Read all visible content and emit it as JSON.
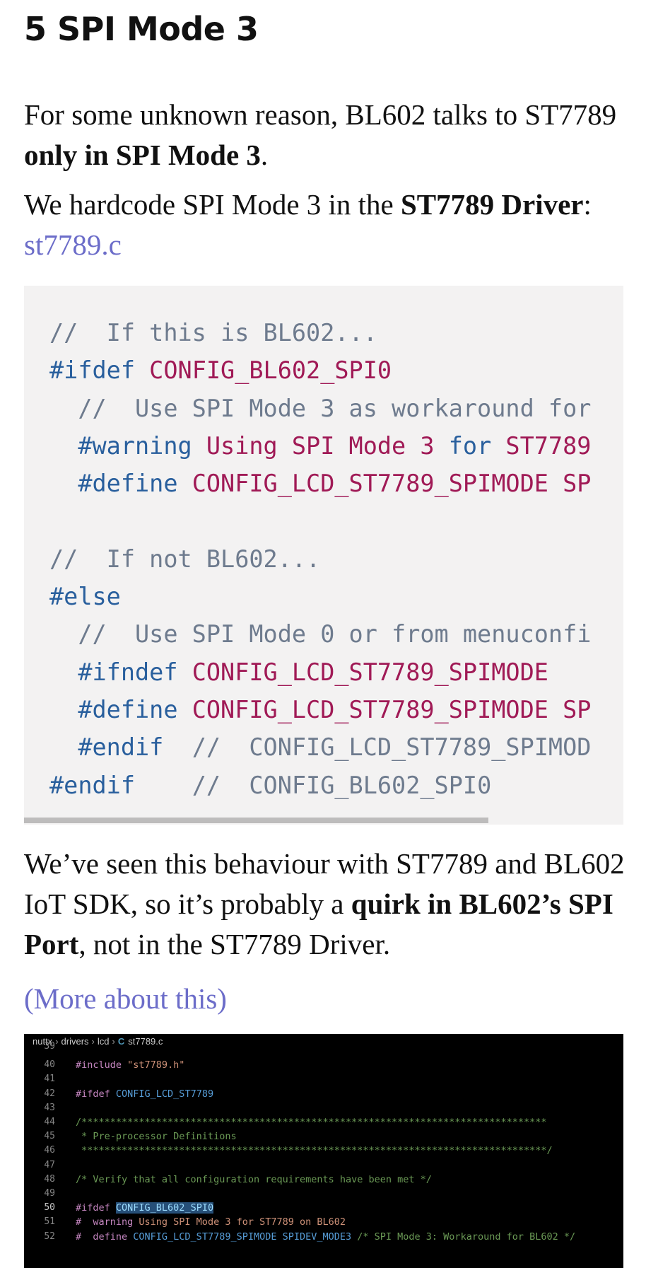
{
  "heading": "5 SPI Mode 3",
  "para1": {
    "text1": "For some unknown reason, BL602 talks to ST7789 ",
    "bold": "only in SPI Mode 3",
    "text2": "."
  },
  "para2": {
    "text1": "We hardcode SPI Mode 3 in the ",
    "bold": "ST7789 Driver",
    "text2": ": ",
    "link": "st7789.c"
  },
  "code": {
    "lines": [
      [
        {
          "c": "c-cm",
          "t": "//  If this is BL602..."
        }
      ],
      [
        {
          "c": "c-pp",
          "t": "#ifdef"
        },
        {
          "c": "c-id",
          "t": " CONFIG_BL602_SPI0"
        }
      ],
      [
        {
          "c": "c-cm",
          "t": "  //  Use SPI Mode 3 as workaround for"
        }
      ],
      [
        {
          "c": "c-pp",
          "t": "  #warning"
        },
        {
          "c": "c-txt",
          "t": " Using SPI Mode 3 "
        },
        {
          "c": "c-pp",
          "t": "for"
        },
        {
          "c": "c-txt",
          "t": " ST7789"
        }
      ],
      [
        {
          "c": "c-pp",
          "t": "  #define"
        },
        {
          "c": "c-id",
          "t": " CONFIG_LCD_ST7789_SPIMODE SP"
        }
      ],
      [
        {
          "c": "c-cm",
          "t": ""
        }
      ],
      [
        {
          "c": "c-cm",
          "t": "//  If not BL602..."
        }
      ],
      [
        {
          "c": "c-pp",
          "t": "#else"
        }
      ],
      [
        {
          "c": "c-cm",
          "t": "  //  Use SPI Mode 0 or from menuconfi"
        }
      ],
      [
        {
          "c": "c-pp",
          "t": "  #ifndef"
        },
        {
          "c": "c-id",
          "t": " CONFIG_LCD_ST7789_SPIMODE"
        }
      ],
      [
        {
          "c": "c-pp",
          "t": "  #define"
        },
        {
          "c": "c-id",
          "t": " CONFIG_LCD_ST7789_SPIMODE SP"
        }
      ],
      [
        {
          "c": "c-pp",
          "t": "  #endif"
        },
        {
          "c": "c-cm",
          "t": "  //  CONFIG_LCD_ST7789_SPIMOD"
        }
      ],
      [
        {
          "c": "c-pp",
          "t": "#endif"
        },
        {
          "c": "c-cm",
          "t": "    //  CONFIG_BL602_SPI0"
        }
      ]
    ],
    "scroll_fraction": 0.775
  },
  "para3": {
    "text1": "We’ve seen this behaviour with ST7789 and BL602 IoT SDK, so it’s probably a ",
    "bold": "quirk in BL602’s SPI Port",
    "text2": ", not in the ST7789 Driver."
  },
  "more_link": "(More about this)",
  "editor": {
    "breadcrumbs": [
      "nuttx",
      "drivers",
      "lcd",
      "st7789.c"
    ],
    "file_icon": "C",
    "active_line": "50",
    "rows": [
      {
        "n": "39",
        "parts": []
      },
      {
        "n": "40",
        "parts": [
          {
            "c": "e-pp",
            "t": "#include "
          },
          {
            "c": "e-str",
            "t": "\"st7789.h\""
          }
        ]
      },
      {
        "n": "41",
        "parts": []
      },
      {
        "n": "42",
        "parts": [
          {
            "c": "e-pp",
            "t": "#ifdef "
          },
          {
            "c": "e-id",
            "t": "CONFIG_LCD_ST7789"
          }
        ]
      },
      {
        "n": "43",
        "parts": []
      },
      {
        "n": "44",
        "parts": [
          {
            "c": "e-cm",
            "t": "/*********************************************************************************"
          }
        ]
      },
      {
        "n": "45",
        "parts": [
          {
            "c": "e-cm",
            "t": " * Pre-processor Definitions"
          }
        ]
      },
      {
        "n": "46",
        "parts": [
          {
            "c": "e-cm",
            "t": " *********************************************************************************/"
          }
        ]
      },
      {
        "n": "47",
        "parts": []
      },
      {
        "n": "48",
        "parts": [
          {
            "c": "e-cm",
            "t": "/* Verify that all configuration requirements have been met */"
          }
        ]
      },
      {
        "n": "49",
        "parts": []
      },
      {
        "n": "50",
        "parts": [
          {
            "c": "e-pp",
            "t": "#ifdef "
          },
          {
            "c": "e-hl",
            "t": "CONFIG_BL602_SPI0"
          }
        ]
      },
      {
        "n": "51",
        "parts": [
          {
            "c": "e-pp",
            "t": "#  warning "
          },
          {
            "c": "e-str",
            "t": "Using SPI Mode 3 for ST7789 on BL602"
          }
        ]
      },
      {
        "n": "52",
        "parts": [
          {
            "c": "e-pp",
            "t": "#  define "
          },
          {
            "c": "e-id",
            "t": "CONFIG_LCD_ST7789_SPIMODE SPIDEV_MODE3 "
          },
          {
            "c": "e-cm",
            "t": "/* SPI Mode 3: Workaround for BL602 */"
          }
        ]
      }
    ]
  }
}
